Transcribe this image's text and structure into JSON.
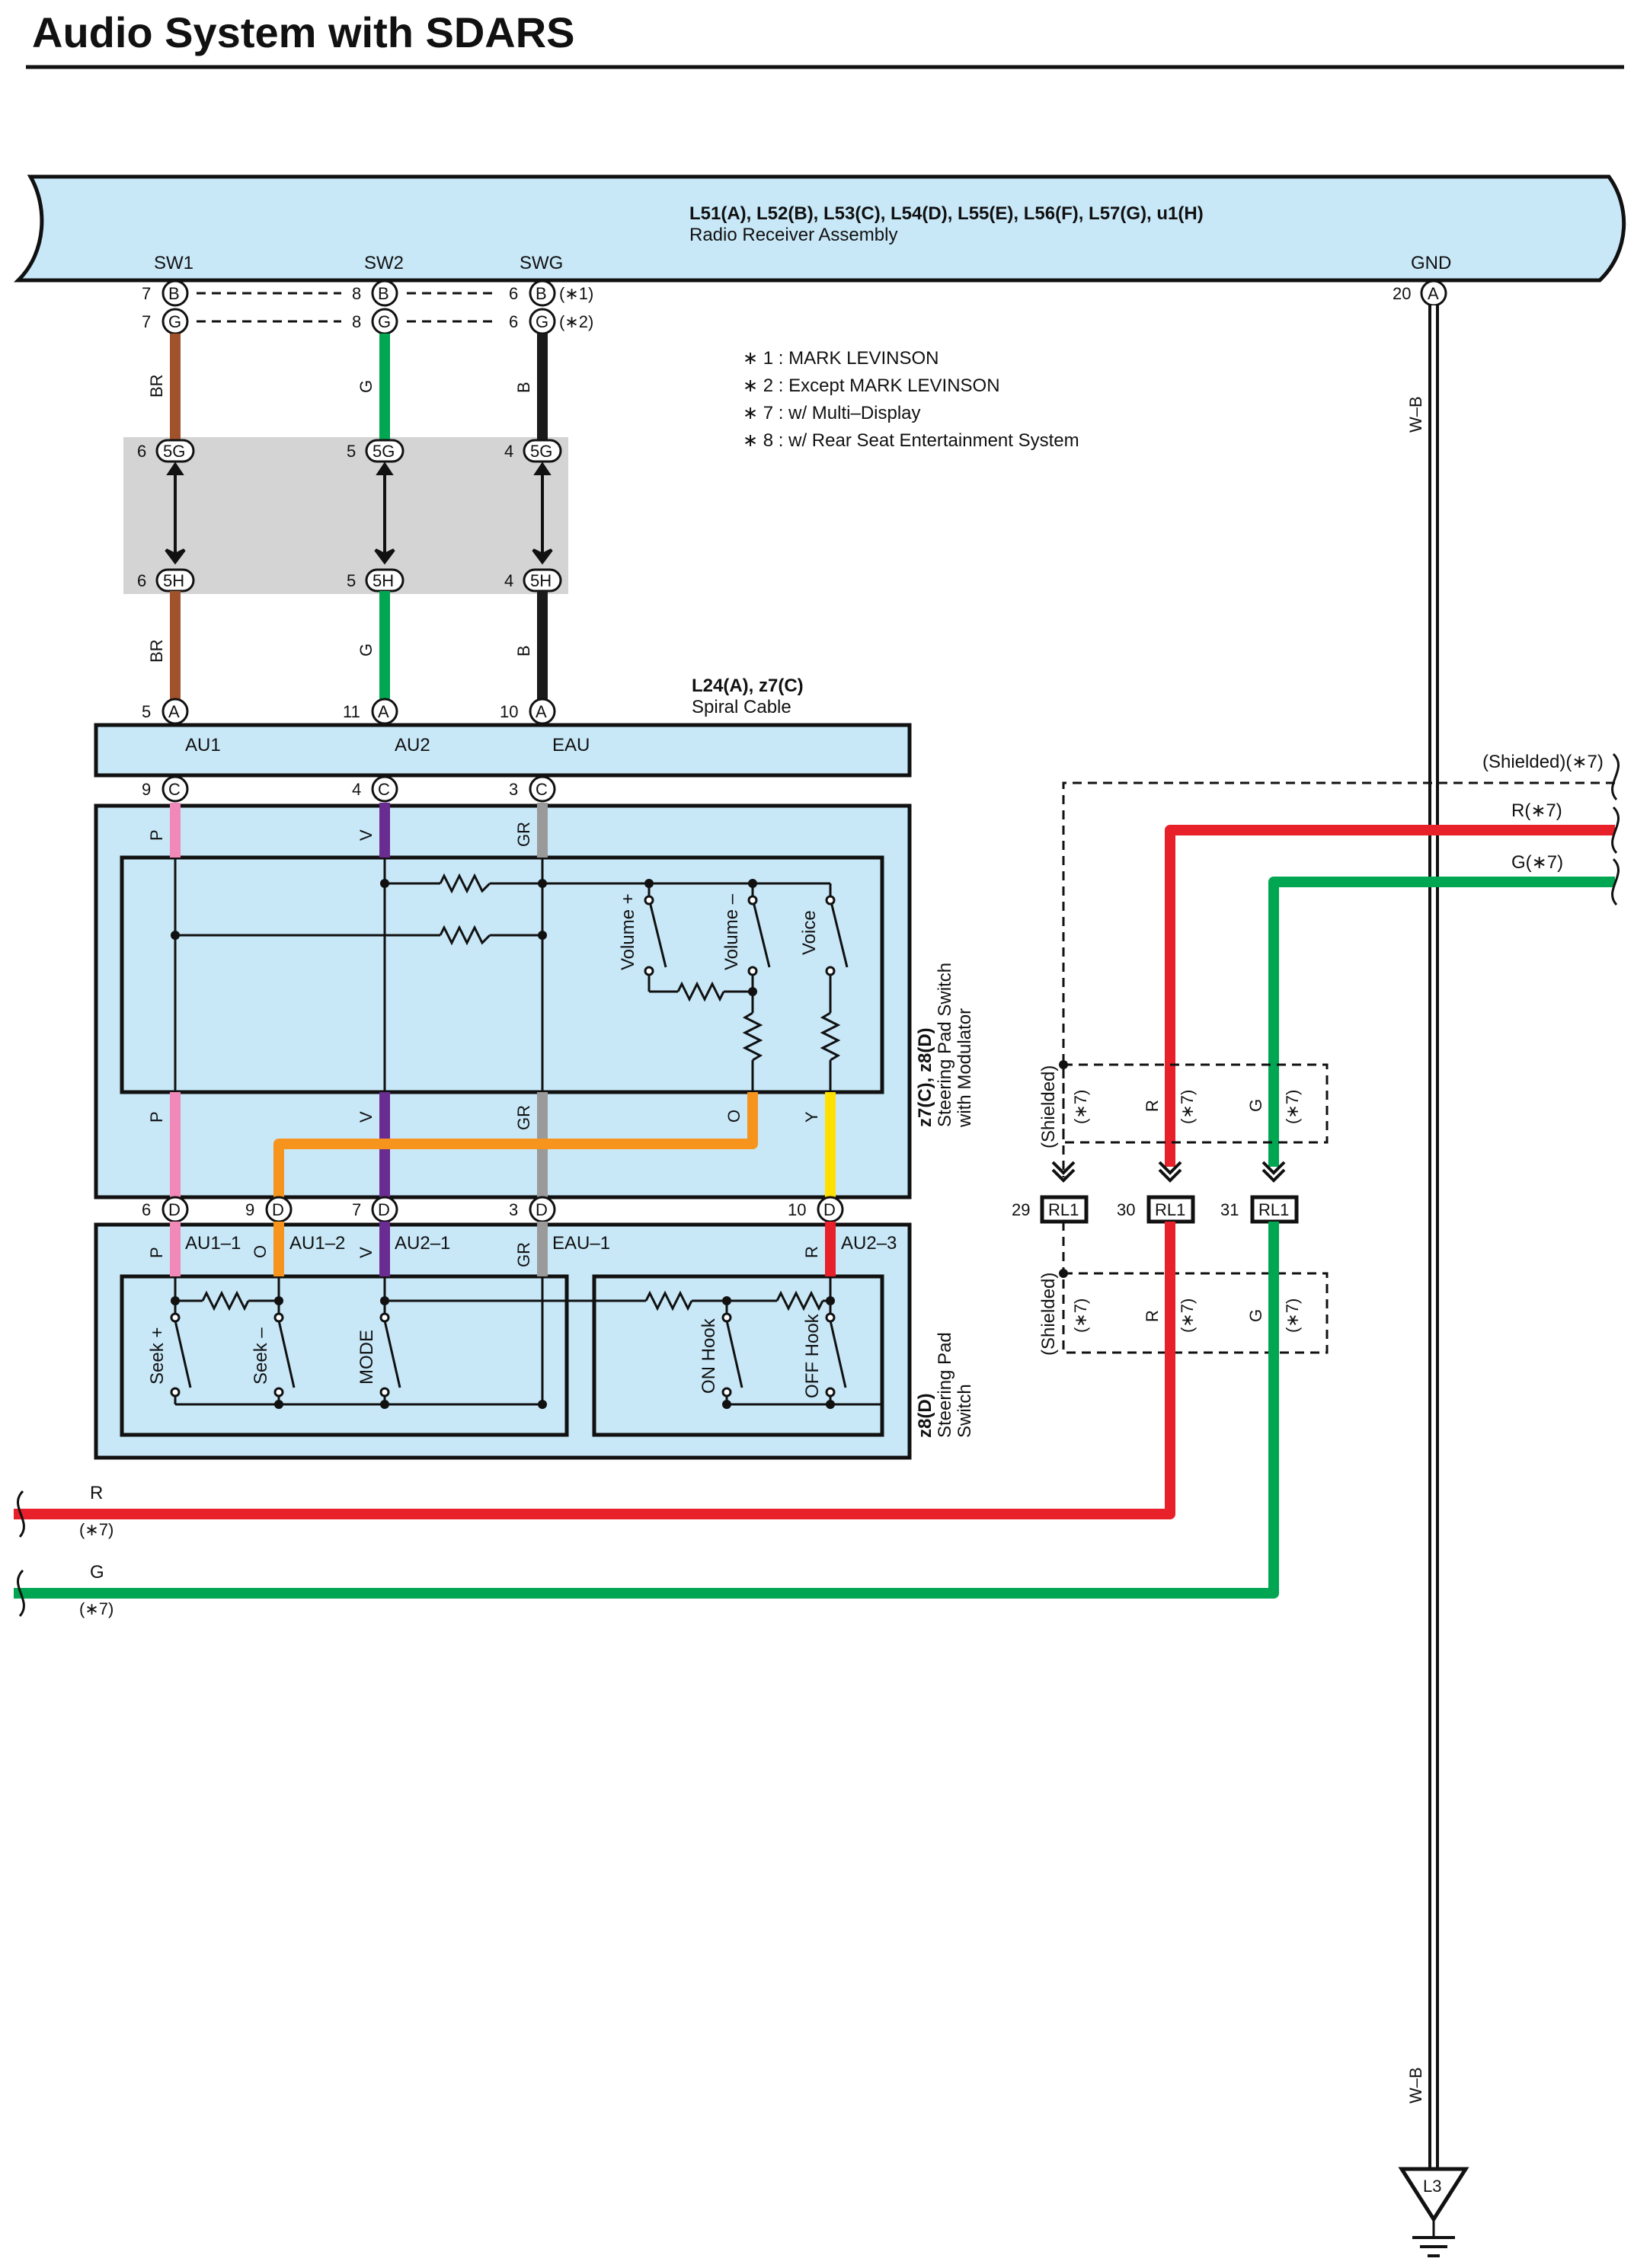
{
  "title": "Audio System with SDARS",
  "receiver": {
    "connectors": "L51(A), L52(B), L53(C), L54(D), L55(E), L56(F), L57(G), u1(H)",
    "name": "Radio Receiver Assembly",
    "terminals": {
      "sw1": "SW1",
      "sw2": "SW2",
      "swg": "SWG",
      "gnd": "GND"
    },
    "pins": {
      "row_b": [
        "7",
        "8",
        "6"
      ],
      "conn_b": "B",
      "note_b": "(∗1)",
      "row_g": [
        "7",
        "8",
        "6"
      ],
      "conn_g": "G",
      "note_g": "(∗2)",
      "gnd_pin": "20",
      "gnd_conn": "A"
    }
  },
  "notes": [
    "∗ 1 : MARK LEVINSON",
    "∗ 2 : Except MARK LEVINSON",
    "∗ 7 : w/ Multi–Display",
    "∗ 8 : w/ Rear Seat Entertainment System"
  ],
  "wires": {
    "br": "BR",
    "g": "G",
    "b": "B",
    "wb": "W–B",
    "p": "P",
    "v": "V",
    "gr": "GR",
    "o": "O",
    "y": "Y",
    "r": "R"
  },
  "junction": {
    "top_conn": "5G",
    "bottom_conn": "5H",
    "pins": [
      "6",
      "5",
      "4"
    ]
  },
  "spiral": {
    "connectors": "L24(A), z7(C)",
    "name": "Spiral Cable",
    "top_pins": [
      "5",
      "11",
      "10"
    ],
    "top_conn": "A",
    "terminals": [
      "AU1",
      "AU2",
      "EAU"
    ],
    "bottom_pins": [
      "9",
      "4",
      "3"
    ],
    "bottom_conn": "C"
  },
  "modulator": {
    "connectors": "z7(C), z8(D)",
    "name_line1": "Steering Pad Switch",
    "name_line2": "with Modulator",
    "switches": [
      "Volume +",
      "Volume –",
      "Voice"
    ]
  },
  "pad_switch": {
    "top_pins": [
      "6",
      "9",
      "7",
      "3",
      "10"
    ],
    "top_conn": "D",
    "terminals": [
      "AU1–1",
      "AU1–2",
      "AU2–1",
      "EAU–1",
      "AU2–3"
    ],
    "connector": "z8(D)",
    "name_line1": "Steering Pad",
    "name_line2": "Switch",
    "switches": [
      "Seek +",
      "Seek –",
      "MODE",
      "ON Hook",
      "OFF Hook"
    ]
  },
  "relay": {
    "conn": "RL1",
    "pins": [
      "29",
      "30",
      "31"
    ],
    "shielded": "(Shielded)",
    "note7": "(∗7)",
    "shielded_note": "(Shielded)(∗7)",
    "r_note": "R(∗7)",
    "g_note": "G(∗7)"
  },
  "left_wires": {
    "r": "R",
    "g": "G",
    "note": "(∗7)"
  },
  "ground": {
    "label": "L3"
  },
  "colors": {
    "brown": "#a0522d",
    "green": "#00a651",
    "black": "#1a1a1a",
    "red": "#e8202a",
    "pink": "#f088b8",
    "violet": "#6a2c91",
    "gray": "#9a9a9a",
    "orange": "#f7941d",
    "yellow": "#ffe000",
    "light_blue": "#c8e8f8",
    "shade": "#d4d4d4"
  }
}
